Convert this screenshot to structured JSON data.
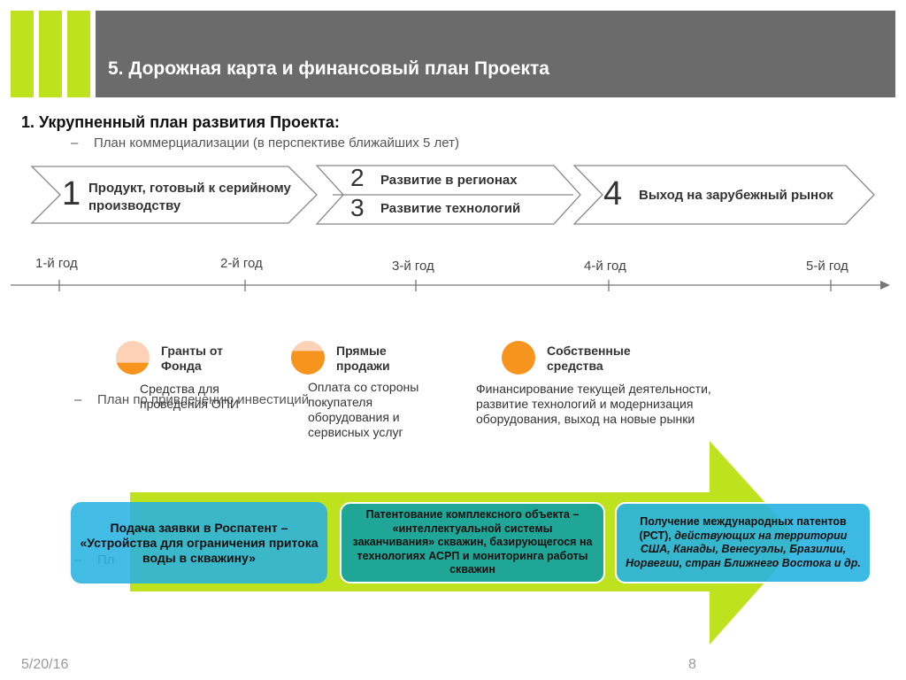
{
  "colors": {
    "header_bg": "#6b6b6b",
    "accent_green": "#bfe21f",
    "box_blue": "#2fb2dc",
    "box_teal": "#1fa697",
    "funding_orange": "#f7941e",
    "funding_light": "#fcd1b6"
  },
  "header": {
    "title": "5. Дорожная карта и финансовый план Проекта"
  },
  "subtitle": "1. Укрупненный план развития Проекта:",
  "bullets": [
    {
      "dash": "–",
      "text": "План коммерциализации (в перспективе ближайших 5 лет)"
    },
    {
      "dash": "–",
      "text": "План по привлечению инвестиций"
    },
    {
      "dash": "–",
      "text": "Пл"
    }
  ],
  "stages": [
    {
      "number": "1",
      "label": "Продукт, готовый к серийному производству"
    },
    {
      "number": "2",
      "label": "Развитие в регионах"
    },
    {
      "number": "3",
      "label": "Развитие технологий"
    },
    {
      "number": "4",
      "label": "Выход на зарубежный рынок"
    }
  ],
  "timeline": {
    "years": [
      "1-й год",
      "2-й год",
      "3-й год",
      "4-й год",
      "5-й год"
    ]
  },
  "funding": [
    {
      "title": "Гранты от Фонда",
      "description": "Средства для проведения ОПИ",
      "fill": 0.35
    },
    {
      "title": "Прямые продажи",
      "description": "Оплата со стороны покупателя оборудования и сервисных услуг",
      "fill": 0.7
    },
    {
      "title": "Собственные средства",
      "description": "Финансирование текущей деятельности, развитие технологий и модернизация оборудования, выход на новые рынки",
      "fill": 1.0
    }
  ],
  "patents": [
    {
      "text": "Подача заявки в Роспатент – «Устройства для ограничения притока воды в скважину»"
    },
    {
      "text": "Патентование комплексного объекта – «интеллектуальной системы заканчивания» скважин, базирующегося на технологиях АСРП и мониторинга работы скважин"
    },
    {
      "text_plain": "Получение международных патентов (РСТ), ",
      "text_italic": "действующих на территории США, Канады, Венесуэлы, Бразилии, Норвегии, стран Ближнего Востока и др."
    }
  ],
  "footer": {
    "date": "5/20/16",
    "page": "8"
  }
}
